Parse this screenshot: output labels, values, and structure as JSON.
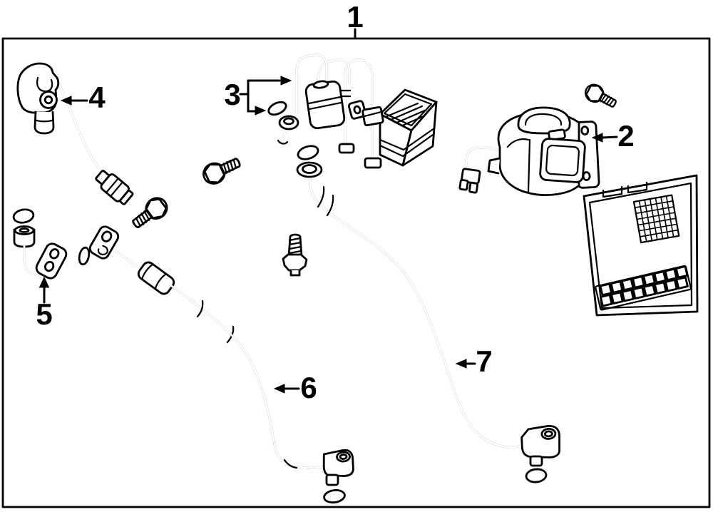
{
  "diagram": {
    "type": "parts-diagram",
    "background": "#ffffff",
    "line_color": "#000000",
    "callouts": [
      {
        "label": "1"
      },
      {
        "label": "2"
      },
      {
        "label": "3"
      },
      {
        "label": "4"
      },
      {
        "label": "5"
      },
      {
        "label": "6"
      },
      {
        "label": "7"
      }
    ]
  }
}
